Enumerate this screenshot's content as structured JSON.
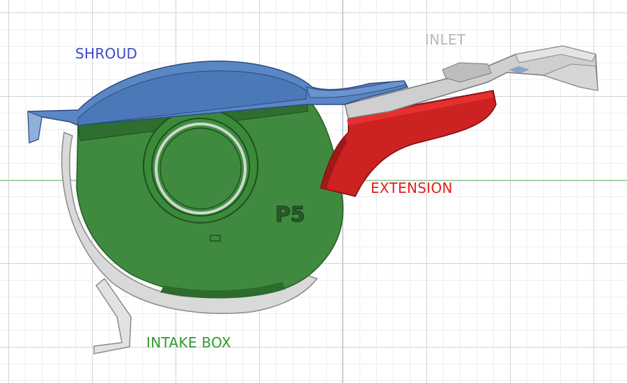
{
  "labels": {
    "shroud": "SHROUD",
    "inlet": "INLET",
    "extension": "EXTENSION",
    "intake_box": "INTAKE BOX",
    "part_mark": "P5"
  },
  "colors": {
    "shroud": "#3a48c8",
    "inlet": "#b8b8b8",
    "extension": "#e02020",
    "intake_box": "#2f9a2f",
    "shroud_part": "#5a86c4",
    "intake_part": "#3f8a3f",
    "extension_part": "#cc2222",
    "inlet_part": "#c8c8c8"
  }
}
